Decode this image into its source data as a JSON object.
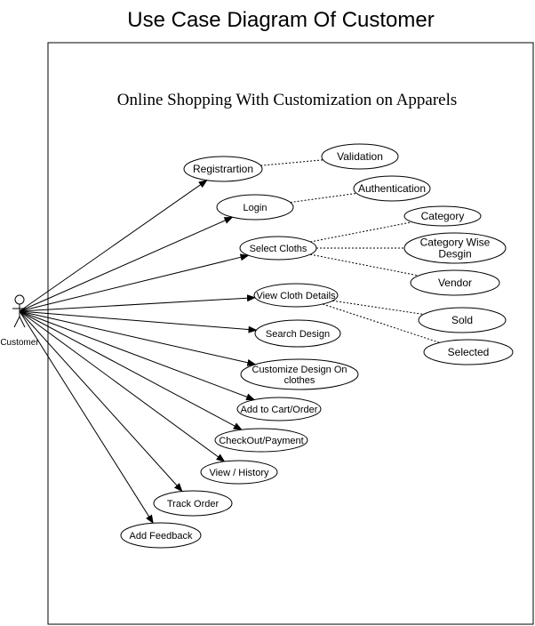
{
  "diagram": {
    "title": "Use Case Diagram Of Customer",
    "system_title": "Online Shopping With Customization on Apparels",
    "actor": {
      "name": "Customer"
    },
    "use_cases": [
      {
        "id": "registration",
        "lines": [
          "Registrartion"
        ]
      },
      {
        "id": "login",
        "lines": [
          "Login"
        ]
      },
      {
        "id": "select-cloths",
        "lines": [
          "Select Cloths"
        ]
      },
      {
        "id": "view-cloth-details",
        "lines": [
          "View Cloth Details"
        ]
      },
      {
        "id": "search-design",
        "lines": [
          "Search Design"
        ]
      },
      {
        "id": "customize-design",
        "lines": [
          "Customize Design On",
          "clothes"
        ]
      },
      {
        "id": "add-to-cart",
        "lines": [
          "Add to Cart/Order"
        ]
      },
      {
        "id": "checkout",
        "lines": [
          "CheckOut/Payment"
        ]
      },
      {
        "id": "view-history",
        "lines": [
          "View / History"
        ]
      },
      {
        "id": "track-order",
        "lines": [
          "Track Order"
        ]
      },
      {
        "id": "add-feedback",
        "lines": [
          "Add Feedback"
        ]
      },
      {
        "id": "validation",
        "lines": [
          "Validation"
        ]
      },
      {
        "id": "authentication",
        "lines": [
          "Authentication"
        ]
      },
      {
        "id": "category",
        "lines": [
          "Category"
        ]
      },
      {
        "id": "category-wise-design",
        "lines": [
          "Category Wise",
          "Desgin"
        ]
      },
      {
        "id": "vendor",
        "lines": [
          "Vendor"
        ]
      },
      {
        "id": "sold",
        "lines": [
          "Sold"
        ]
      },
      {
        "id": "selected",
        "lines": [
          "Selected"
        ]
      }
    ],
    "associations": [
      "registration",
      "login",
      "select-cloths",
      "view-cloth-details",
      "search-design",
      "customize-design",
      "add-to-cart",
      "checkout",
      "view-history",
      "track-order",
      "add-feedback"
    ],
    "dependencies": [
      [
        "registration",
        "validation"
      ],
      [
        "login",
        "authentication"
      ],
      [
        "select-cloths",
        "category"
      ],
      [
        "select-cloths",
        "category-wise-design"
      ],
      [
        "select-cloths",
        "vendor"
      ],
      [
        "view-cloth-details",
        "sold"
      ],
      [
        "view-cloth-details",
        "selected"
      ]
    ]
  }
}
